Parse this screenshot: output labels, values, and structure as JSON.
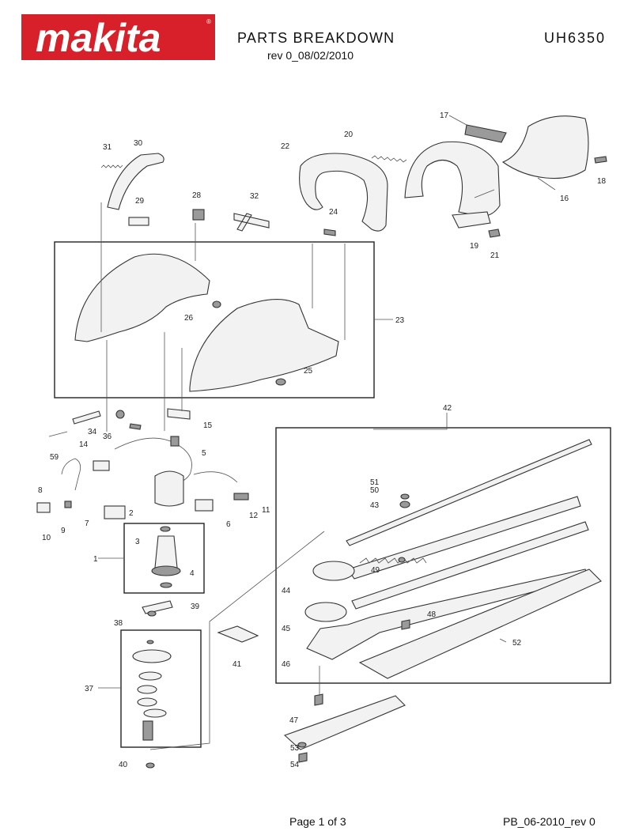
{
  "header": {
    "brand": "makita",
    "title": "PARTS BREAKDOWN",
    "model": "UH6350",
    "revision": "rev 0_08/02/2010"
  },
  "footer": {
    "page": "Page 1 of 3",
    "doc_code": "PB_06-2010_rev 0"
  },
  "colors": {
    "brand_red": "#d7202a",
    "ink": "#222222",
    "part_fill": "#f2f2f2"
  },
  "part_labels": {
    "p1": "1",
    "p2": "2",
    "p3": "3",
    "p4": "4",
    "p5": "5",
    "p6": "6",
    "p7": "7",
    "p8": "8",
    "p9": "9",
    "p10": "10",
    "p11": "11",
    "p12": "12",
    "p14": "14",
    "p15": "15",
    "p16": "16",
    "p17": "17",
    "p18": "18",
    "p19": "19",
    "p20": "20",
    "p21": "21",
    "p22": "22",
    "p23": "23",
    "p24": "24",
    "p25": "25",
    "p26": "26",
    "p28": "28",
    "p29": "29",
    "p30": "30",
    "p31": "31",
    "p32": "32",
    "p34": "34",
    "p36": "36",
    "p37": "37",
    "p38": "38",
    "p39": "39",
    "p40": "40",
    "p41": "41",
    "p42": "42",
    "p43": "43",
    "p44": "44",
    "p45": "45",
    "p46": "46",
    "p47": "47",
    "p48": "48",
    "p49": "49",
    "p50": "50",
    "p51": "51",
    "p52": "52",
    "p53": "53",
    "p54": "54",
    "p59": "59"
  }
}
